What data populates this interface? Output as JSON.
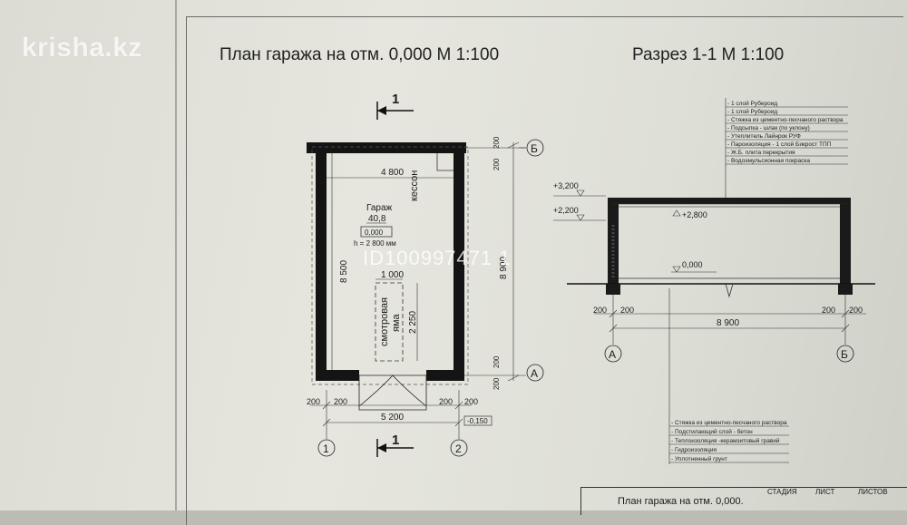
{
  "watermark": "krisha.kz",
  "ad_id": "ID100997471 1",
  "plan": {
    "title": "План гаража на отм. 0,000  М 1:100",
    "section_mark": "1",
    "axis_b": "Б",
    "axis_a": "А",
    "axis_1": "1",
    "axis_2": "2",
    "dim_top_inner": "4 800",
    "dim_left": "8 500",
    "dim_right": "8 900",
    "dim_bottom": "5 200",
    "dim_200": "200",
    "dim_pit_width": "1 000",
    "dim_pit_length": "2 250",
    "room_name": "Гараж",
    "room_area": "40,8",
    "room_level": "0,000",
    "room_height": "h = 2 800 мм",
    "caisson": "кессон",
    "pit_line1": "смотровая",
    "pit_line2": "яма",
    "outside_level": "-0,150"
  },
  "section": {
    "title": "Разрез 1-1  М 1:100",
    "level_3200": "+3,200",
    "level_2200": "+2,200",
    "level_2800": "+2,800",
    "level_0": "0,000",
    "dim_span": "8 900",
    "dim_200": "200",
    "axis_a": "А",
    "axis_b": "Б",
    "roof_layers": [
      "- 1 слой Рубероид",
      "- 1 слой Рубероид",
      "- Стяжка из цементно-песчаного раствора",
      "- Подсыпка - шлак (по уклону)",
      "- Утеплитель Лайнрок РУФ",
      "- Пароизоляция - 1 слой Бикрост ТПП",
      "- Ж.Б. плита перекрытия",
      "- Водоэмульсионная покраска"
    ],
    "floor_layers": [
      "- Стяжка из цементно-песчаного раствора",
      "- Подстилающий слой - бетон",
      "- Теплоизоляция -керамзитовый гравий",
      "- Гидроизоляция",
      "- Уплотненный грунт"
    ]
  },
  "stamp": {
    "title": "План гаража на отм. 0,000.",
    "col_stage": "СТАДИЯ",
    "col_sheet": "ЛИСТ",
    "col_sheets": "ЛИСТОВ"
  }
}
